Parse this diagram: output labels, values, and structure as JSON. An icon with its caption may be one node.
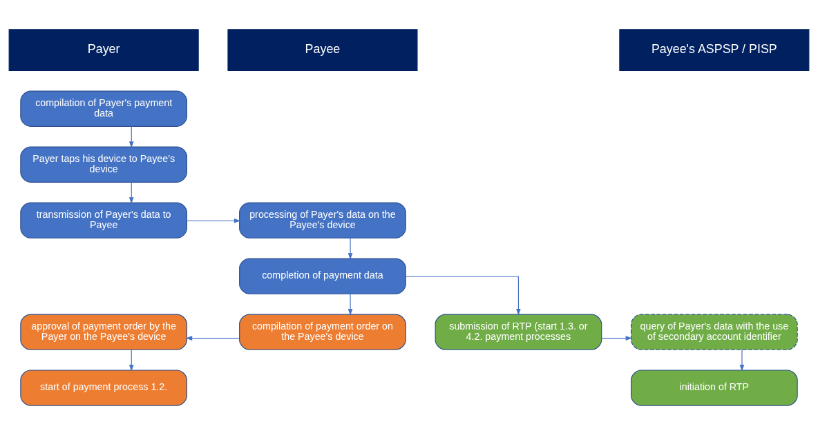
{
  "diagram": {
    "nodes": [
      {
        "text": [
          "Payer"
        ]
      },
      {
        "text": [
          "Payee"
        ]
      },
      {
        "text": [
          "Payee's ASPSP / PISP"
        ]
      },
      {
        "text": [
          "compilation of Payer's payment data"
        ]
      },
      {
        "text": [
          "Payer taps his device to Payee's device"
        ]
      },
      {
        "text": [
          "transmission of Payer's data to Payee"
        ]
      },
      {
        "text": [
          "processing of Payer's data on the Payee's device"
        ]
      },
      {
        "text": [
          "completion of payment data"
        ]
      },
      {
        "text": [
          "approval of payment order by the Payer on the Payee's device"
        ]
      },
      {
        "text": [
          "compilation of payment order on the Payee's device"
        ]
      },
      {
        "text": [
          "submission of RTP (start 1.3. or 4.2. payment processes"
        ]
      },
      {
        "text": [
          "query of Payer's data with the use of secondary account identifier"
        ]
      },
      {
        "text": [
          "start of payment process 1.2."
        ]
      },
      {
        "text": [
          "initiation of RTP"
        ]
      }
    ],
    "edges": [
      {
        "from": 3,
        "to": 4,
        "arrow": "to"
      },
      {
        "from": 4,
        "to": 5,
        "arrow": "to"
      },
      {
        "from": 5,
        "to": 6,
        "arrow": "to"
      },
      {
        "from": 6,
        "to": 7,
        "arrow": "to"
      },
      {
        "from": 7,
        "to": 9,
        "arrow": "to"
      },
      {
        "from": 7,
        "to": 10,
        "arrow": "to"
      },
      {
        "from": 9,
        "to": 8,
        "arrow": "to"
      },
      {
        "from": 8,
        "to": 12,
        "arrow": "to"
      },
      {
        "from": 10,
        "to": 11,
        "arrow": "to"
      },
      {
        "from": 11,
        "to": 13,
        "arrow": "to"
      }
    ]
  }
}
